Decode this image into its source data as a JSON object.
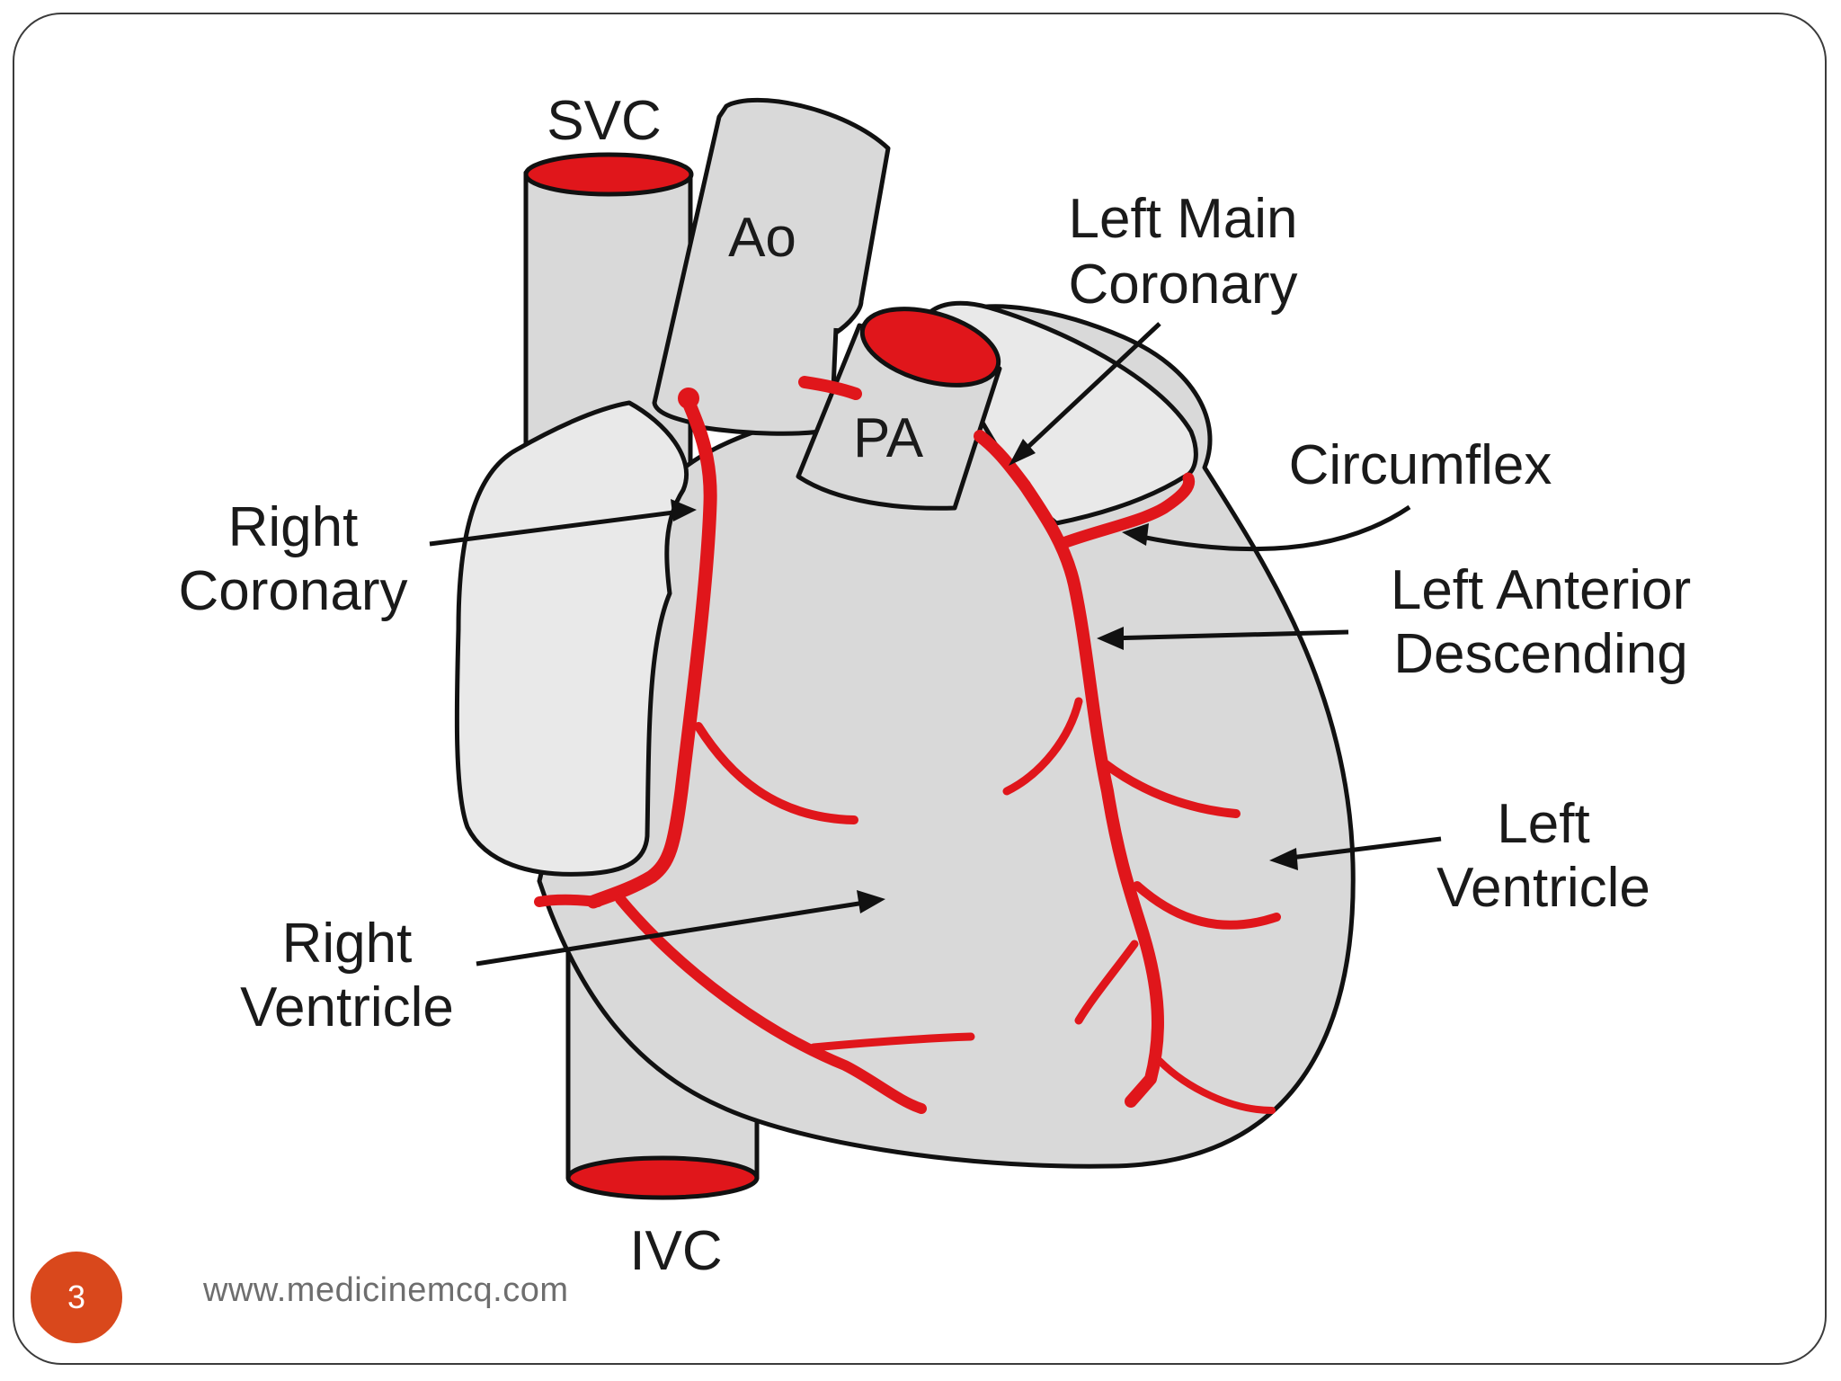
{
  "labels": {
    "svc": "SVC",
    "ao": "Ao",
    "pa": "PA",
    "ivc": "IVC",
    "left_main_coronary": [
      "Left Main",
      "Coronary"
    ],
    "circumflex": "Circumflex",
    "right_coronary": [
      "Right",
      "Coronary"
    ],
    "left_anterior_descending": [
      "Left Anterior",
      "Descending"
    ],
    "left_ventricle": [
      "Left",
      "Ventricle"
    ],
    "right_ventricle": [
      "Right",
      "Ventricle"
    ]
  },
  "footer": {
    "page_number": "3",
    "url": "www.medicinemcq.com"
  },
  "colors": {
    "artery": "#e0161b",
    "tissue": "#d9d9d9",
    "tissue_light": "#e9e9e9",
    "page_badge": "#d9481c"
  }
}
